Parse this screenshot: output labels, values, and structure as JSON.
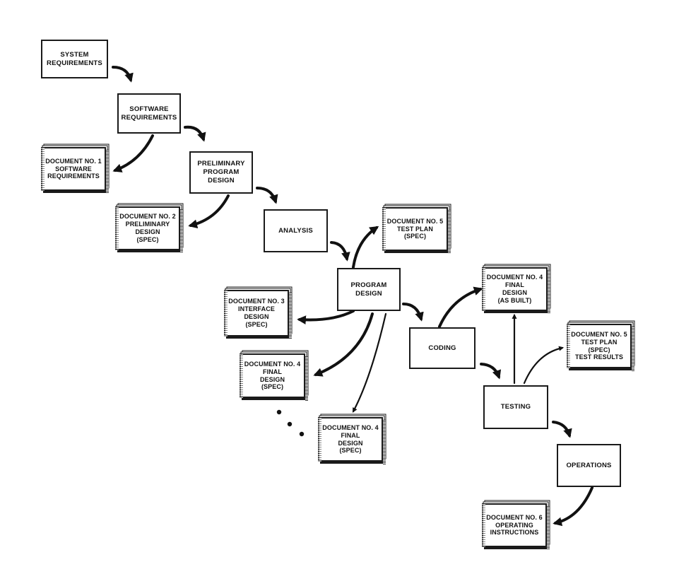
{
  "colors": {
    "ink": "#111111",
    "background": "#ffffff"
  },
  "steps": {
    "system_requirements": "SYSTEM\nREQUIREMENTS",
    "software_requirements": "SOFTWARE\nREQUIREMENTS",
    "preliminary_program_design": "PRELIMINARY\nPROGRAM\nDESIGN",
    "analysis": "ANALYSIS",
    "program_design": "PROGRAM\nDESIGN",
    "coding": "CODING",
    "testing": "TESTING",
    "operations": "OPERATIONS"
  },
  "documents": {
    "doc1_software_requirements": "DOCUMENT NO. 1\nSOFTWARE\nREQUIREMENTS",
    "doc2_preliminary_design": "DOCUMENT NO. 2\nPRELIMINARY\nDESIGN\n(SPEC)",
    "doc5_test_plan": "DOCUMENT NO. 5\nTEST PLAN\n(SPEC)",
    "doc3_interface_design": "DOCUMENT NO. 3\nINTERFACE\nDESIGN\n(SPEC)",
    "doc4_final_design_a": "DOCUMENT NO. 4\nFINAL\nDESIGN\n(SPEC)",
    "doc4_final_design_b": "DOCUMENT NO. 4\nFINAL\nDESIGN\n(SPEC)",
    "doc4_final_design_as_built": "DOCUMENT NO. 4\nFINAL\nDESIGN\n(AS BUILT)",
    "doc5_test_plan_results": "DOCUMENT NO. 5\nTEST PLAN\n(SPEC)\nTEST RESULTS",
    "doc6_operating_instructions": "DOCUMENT NO. 6\nOPERATING\nINSTRUCTIONS"
  }
}
